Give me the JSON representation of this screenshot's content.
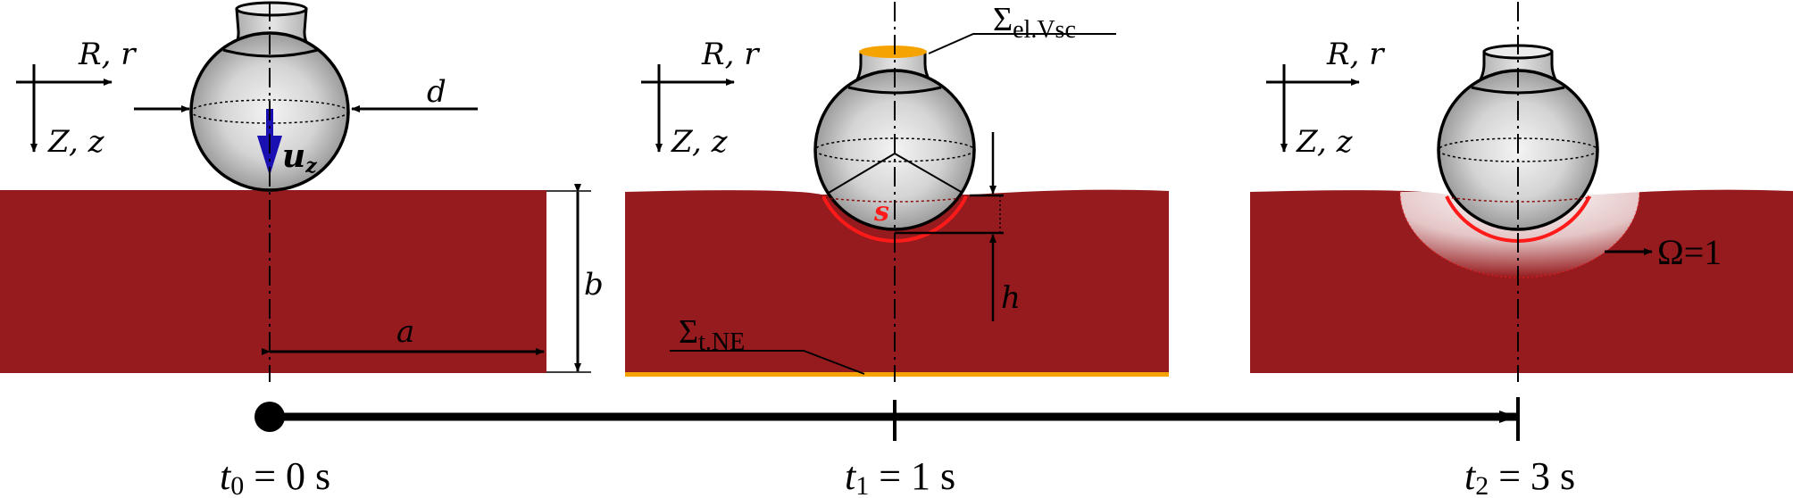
{
  "panel1": {
    "coord": {
      "r_label": "R, r",
      "z_label": "Z, z"
    },
    "dim_d": "d",
    "disp_main": "u",
    "disp_sub": "z",
    "dim_a": "a",
    "dim_b": "b"
  },
  "panel2": {
    "coord": {
      "r_label": "R, r",
      "z_label": "Z, z"
    },
    "sigma_top_main": "Σ",
    "sigma_top_sub": "el.Vsc",
    "sigma_bottom_main": "Σ",
    "sigma_bottom_sub": "t.NE",
    "contact_label": "s",
    "dim_h": "h"
  },
  "panel3": {
    "coord": {
      "r_label": "R, r",
      "z_label": "Z, z"
    },
    "omega_label": "Ω=1"
  },
  "timeline": {
    "t0": {
      "sym": "t",
      "idx": "0",
      "val": " = 0 s"
    },
    "t1": {
      "sym": "t",
      "idx": "1",
      "val": " = 1 s"
    },
    "t2": {
      "sym": "t",
      "idx": "2",
      "val": " = 3 s"
    }
  },
  "colors": {
    "substrate": "#961b1e",
    "highlight": "#f5a300",
    "contact": "#ff1a1a",
    "displacement_arrow": "#1a0fb0"
  }
}
